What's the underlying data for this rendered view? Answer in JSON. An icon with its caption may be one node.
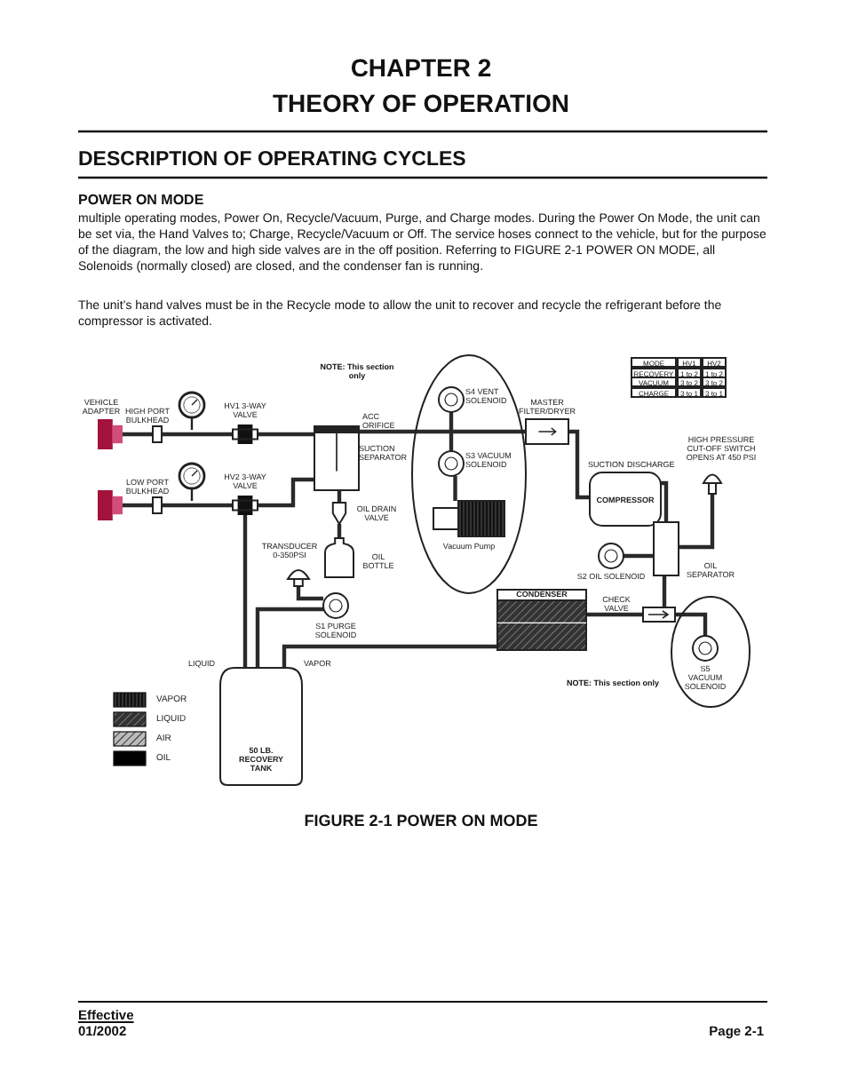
{
  "diagram": {
    "caption": "FIGURE 2-1 POWER ON MODE",
    "nodes": [
      {
        "text": [
          "VEHICLE ADAPTER"
        ]
      },
      {
        "text": [
          "HIGH PORT BULKHEAD"
        ]
      },
      {
        "text": [
          "HV1 3-WAY VALVE"
        ]
      },
      {
        "text": [],
        "shape": "coupler"
      },
      {
        "text": [
          "LOW PORT BULKHEAD"
        ]
      },
      {
        "text": [
          "HV2 3-WAY VALVE"
        ]
      },
      {
        "text": [
          "SUCTION SEPARATOR"
        ]
      },
      {
        "text": [
          "OIL DRAIN VALVE"
        ]
      },
      {
        "text": [
          "OIL BOTTLE"
        ]
      },
      {
        "text": [],
        "shape": "ellipse",
        "beside": [
          "NOTE: This section only"
        ]
      },
      {
        "text": [
          "S4 VENT SOLENOID"
        ],
        "in": 9
      },
      {
        "text": [
          "S3 VACUUM SOLENOID"
        ],
        "in": 9
      },
      {
        "text": [
          "Vacuum Pump"
        ],
        "in": 9
      },
      {
        "text": [
          "MASTER FILTER/DRYER"
        ]
      },
      {
        "text": [
          "COMPRESSOR"
        ],
        "beside": [
          "SUCTION",
          "DISCHARGE"
        ]
      },
      {
        "text": [
          "HIGH PRESSURE CUT-OFF SWITCH OPENS AT 450 PSI"
        ]
      },
      {
        "text": [
          "S2 OIL SOLENOID"
        ]
      },
      {
        "text": [
          "OIL SEPARATOR"
        ]
      },
      {
        "text": [
          "CHECK VALVE"
        ]
      },
      {
        "text": [
          "CONDENSER"
        ]
      },
      {
        "text": [],
        "shape": "ellipse",
        "beside": [
          "NOTE: This section only"
        ]
      },
      {
        "text": [
          "S5 VACUUM SOLENOID"
        ],
        "in": 20
      },
      {
        "text": [
          "TRANSDUCER 0-350PSI"
        ]
      },
      {
        "text": [
          "S1 PURGE SOLENOID"
        ]
      },
      {
        "text": [
          "50 LB. RECOVERY TANK"
        ]
      }
    ],
    "edges": [
      {
        "from": 0,
        "to": 1,
        "arrow": "none"
      },
      {
        "from": 1,
        "to": 2,
        "arrow": "none"
      },
      {
        "from": 3,
        "to": 4,
        "arrow": "none"
      },
      {
        "from": 4,
        "to": 5,
        "arrow": "none"
      },
      {
        "from": 2,
        "to": 6,
        "arrow": "none"
      },
      {
        "from": 5,
        "to": 6,
        "arrow": "none"
      },
      {
        "from": 6,
        "to": 13,
        "arrow": "none"
      },
      {
        "from": 10,
        "to": 11,
        "arrow": "none"
      },
      {
        "from": 11,
        "to": 12,
        "arrow": "none"
      },
      {
        "from": 13,
        "to": 14,
        "arrow": "none"
      },
      {
        "from": 14,
        "to": 17,
        "arrow": "none"
      },
      {
        "from": 17,
        "to": 16,
        "arrow": "none"
      },
      {
        "from": 17,
        "to": 18,
        "arrow": "none"
      },
      {
        "from": 18,
        "to": 21,
        "arrow": "none"
      },
      {
        "from": 19,
        "to": 18,
        "arrow": "none"
      },
      {
        "from": 6,
        "to": 7,
        "arrow": "none"
      },
      {
        "from": 7,
        "to": 8,
        "arrow": "none"
      },
      {
        "from": 22,
        "to": 23,
        "arrow": "none"
      },
      {
        "from": 23,
        "to": 24,
        "arrow": "none"
      },
      {
        "from": 19,
        "to": 24,
        "arrow": "none"
      },
      {
        "from": 5,
        "to": 24,
        "arrow": "none"
      },
      {
        "from": 15,
        "to": 17,
        "arrow": "none"
      }
    ],
    "labels": [
      "CHAPTER 2",
      "THEORY OF OPERATION",
      "DESCRIPTION OF OPERATING CYCLES",
      "POWER ON MODE",
      "multiple operating modes, Power On, Recycle/Vacuum, Purge, and Charge modes. During the Power On Mode, the unit can be set via, the Hand Valves to; Charge, Recycle/Vacuum or Off.  The service hoses connect to the vehicle, but for the purpose of the diagram, the low and high side valves are in the off position.  Referring to FIGURE 2-1 POWER ON MODE, all Solenoids (normally closed) are closed, and the condenser fan is running.",
      "The unit’s hand valves must be in the Recycle mode to allow the unit to recover and recycle the refrigerant before the compressor is activated.",
      "MODE",
      "HV1",
      "HV2",
      "RECOVERY",
      "1 to 2",
      "1 to 2",
      "VACUUM",
      "3 to 2",
      "3 to 2",
      "CHARGE",
      "3 to 1",
      "3 to 1",
      "ACC ORIFICE",
      "LIQUID",
      "VAPOR",
      "Effective",
      "01/2002",
      "Page 2-1"
    ],
    "legend": [
      {
        "text": "VAPOR"
      },
      {
        "text": "LIQUID"
      },
      {
        "text": "AIR"
      },
      {
        "text": "OIL"
      }
    ]
  }
}
